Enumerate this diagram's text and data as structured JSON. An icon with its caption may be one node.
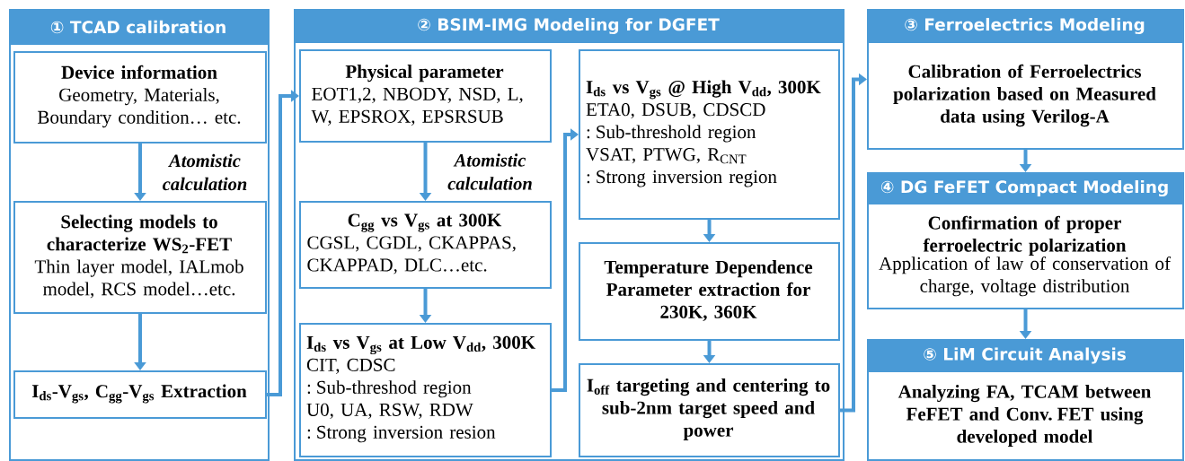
{
  "diagram": {
    "nodes": [
      {
        "text": [
          "① TCAD calibration"
        ]
      },
      {
        "text": [
          "Device information",
          "Geometry, Materials, Boundary condition… etc."
        ],
        "in": 0
      },
      {
        "text": [
          "Selecting models to characterize WS$_{2}$-FET",
          "Thin layer model, IALmob model, RCS model…etc."
        ],
        "in": 0
      },
      {
        "text": [
          "I$_{ds}$-V$_{gs}$, C$_{gg}$-V$_{gs}$ Extraction"
        ],
        "in": 0
      },
      {
        "text": [
          "② BSIM-IMG Modeling for DGFET"
        ]
      },
      {
        "text": [
          "Physical parameter",
          "EOT1,2, NBODY, NSD, L, W, EPSROX, EPSRSUB"
        ],
        "in": 4
      },
      {
        "text": [
          "C$_{gg}$ vs V$_{gs}$ at 300K",
          "CGSL, CGDL, CKAPPAS, CKAPPAD, DLC…etc."
        ],
        "in": 4
      },
      {
        "text": [
          "I$_{ds}$ vs V$_{gs}$ at Low V$_{dd}$, 300K",
          "CIT, CDSC",
          ": Sub-threshod region",
          "U0, UA, RSW, RDW",
          ": Strong inversion resion"
        ],
        "in": 4
      },
      {
        "text": [
          "I$_{ds}$ vs V$_{gs}$ @ High V$_{dd}$, 300K",
          "ETA0, DSUB, CDSCD",
          ": Sub-threshold region",
          "VSAT, PTWG, R$_{CNT}$",
          ": Strong inversion region"
        ],
        "in": 4
      },
      {
        "text": [
          "Temperature Dependence Parameter extraction for 230K, 360K"
        ],
        "in": 4
      },
      {
        "text": [
          "I$_{off}$ targeting and centering to sub-2nm target speed and power"
        ],
        "in": 4
      },
      {
        "text": [
          "③ Ferroelectrics Modeling",
          "Calibration of Ferroelectrics polarization based on Measured data using Verilog-A"
        ]
      },
      {
        "text": [
          "④ DG FeFET Compact Modeling",
          "Confirmation of proper ferroelectric polarization",
          "Application of law of conservation of charge, voltage distribution"
        ]
      },
      {
        "text": [
          "⑤ LiM Circuit Analysis",
          "Analyzing FA, TCAM between FeFET and Conv. FET using developed model"
        ]
      }
    ],
    "edges": [
      {
        "from": 1,
        "to": 2,
        "arrow": "to",
        "label": "Atomistic calculation"
      },
      {
        "from": 2,
        "to": 3,
        "arrow": "to"
      },
      {
        "from": 3,
        "to": 5,
        "arrow": "to"
      },
      {
        "from": 5,
        "to": 6,
        "arrow": "to",
        "label": "Atomistic calculation"
      },
      {
        "from": 6,
        "to": 7,
        "arrow": "to"
      },
      {
        "from": 7,
        "to": 8,
        "arrow": "to"
      },
      {
        "from": 8,
        "to": 9,
        "arrow": "to"
      },
      {
        "from": 9,
        "to": 10,
        "arrow": "to"
      },
      {
        "from": 10,
        "to": 11,
        "arrow": "to"
      },
      {
        "from": 11,
        "to": 12,
        "arrow": "to"
      },
      {
        "from": 12,
        "to": 13,
        "arrow": "to"
      }
    ]
  }
}
